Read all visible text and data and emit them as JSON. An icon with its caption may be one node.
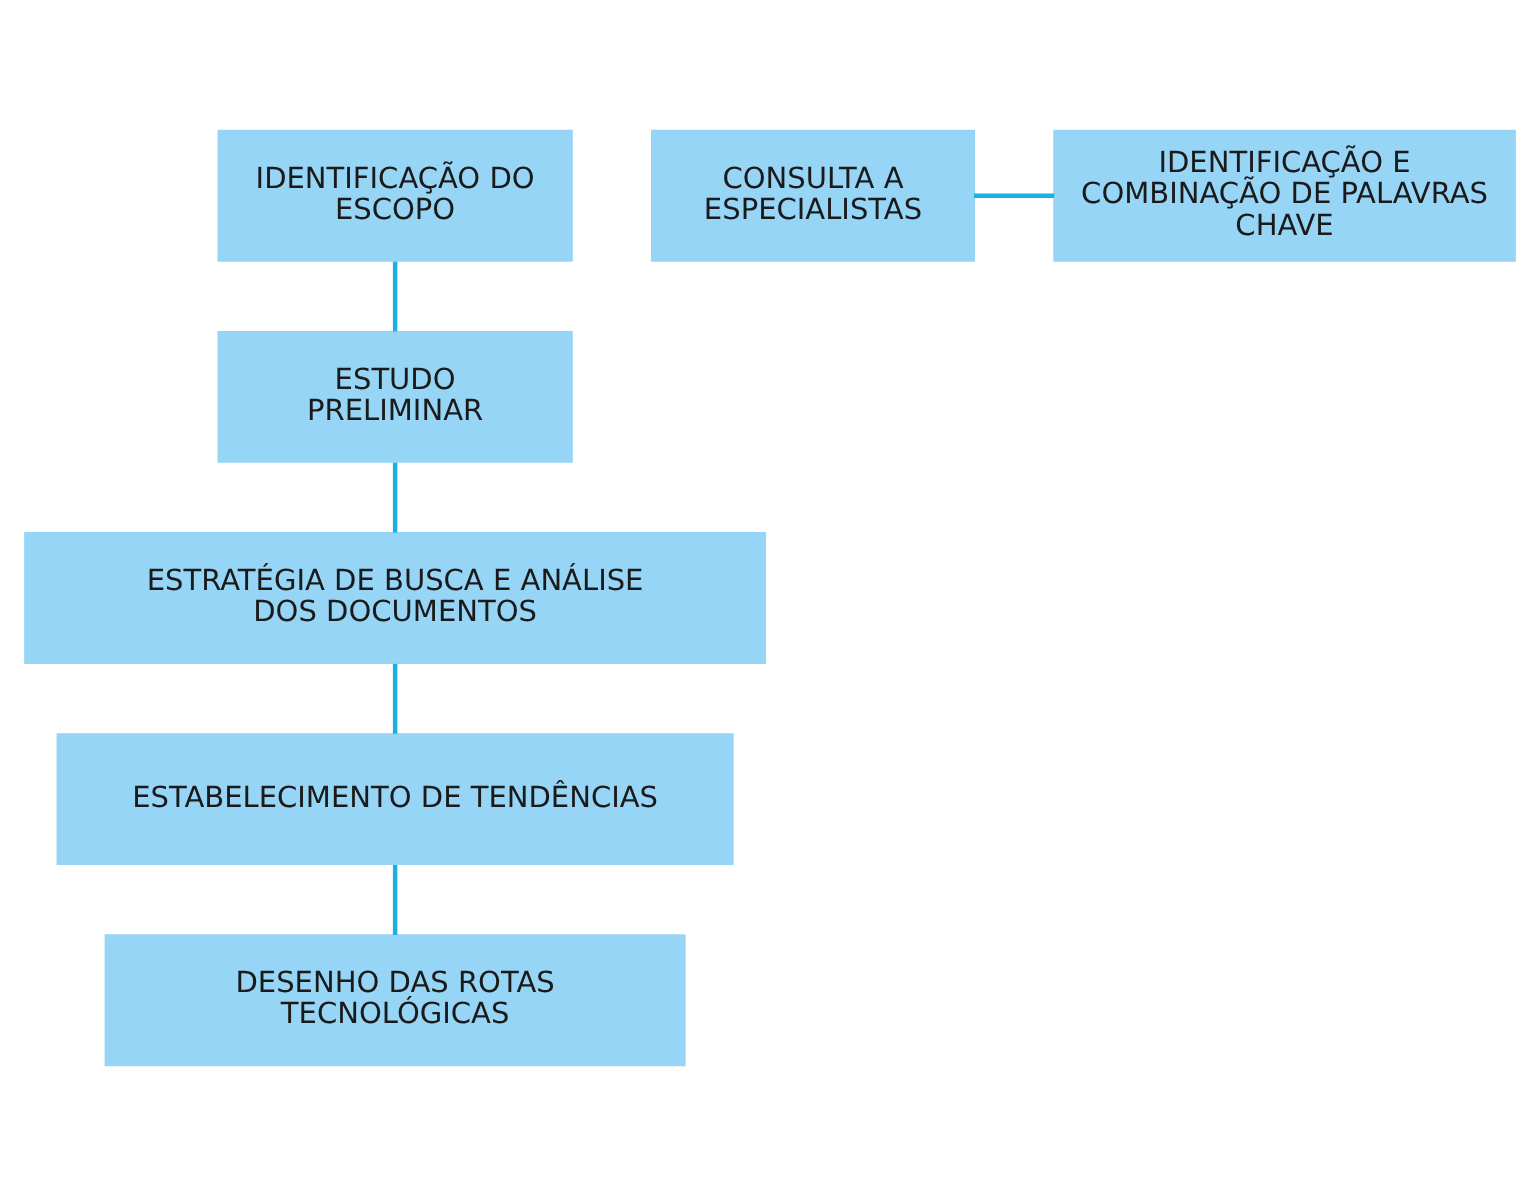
{
  "diagram": {
    "nodes": [
      {
        "text": [
          "IDENTIFICAÇÃO DO ESCOPO"
        ]
      },
      {
        "text": [
          "CONSULTA A ESPECIALISTAS"
        ]
      },
      {
        "text": [
          "IDENTIFICAÇÃO E COMBINAÇÃO DE PALAVRAS CHAVE"
        ]
      },
      {
        "text": [
          "ESTUDO PRELIMINAR"
        ]
      },
      {
        "text": [
          "ESTRATÉGIA DE BUSCA E ANÁLISE DOS DOCUMENTOS"
        ]
      },
      {
        "text": [
          "ESTABELECIMENTO DE TENDÊNCIAS"
        ]
      },
      {
        "text": [
          "DESENHO DAS ROTAS TECNOLÓGICAS"
        ]
      }
    ],
    "edges": [
      {
        "from": 1,
        "to": 2,
        "arrow": "none"
      },
      {
        "from": 0,
        "to": 3,
        "arrow": "none"
      },
      {
        "from": 3,
        "to": 4,
        "arrow": "none"
      },
      {
        "from": 4,
        "to": 5,
        "arrow": "none"
      },
      {
        "from": 5,
        "to": 6,
        "arrow": "none"
      }
    ]
  }
}
